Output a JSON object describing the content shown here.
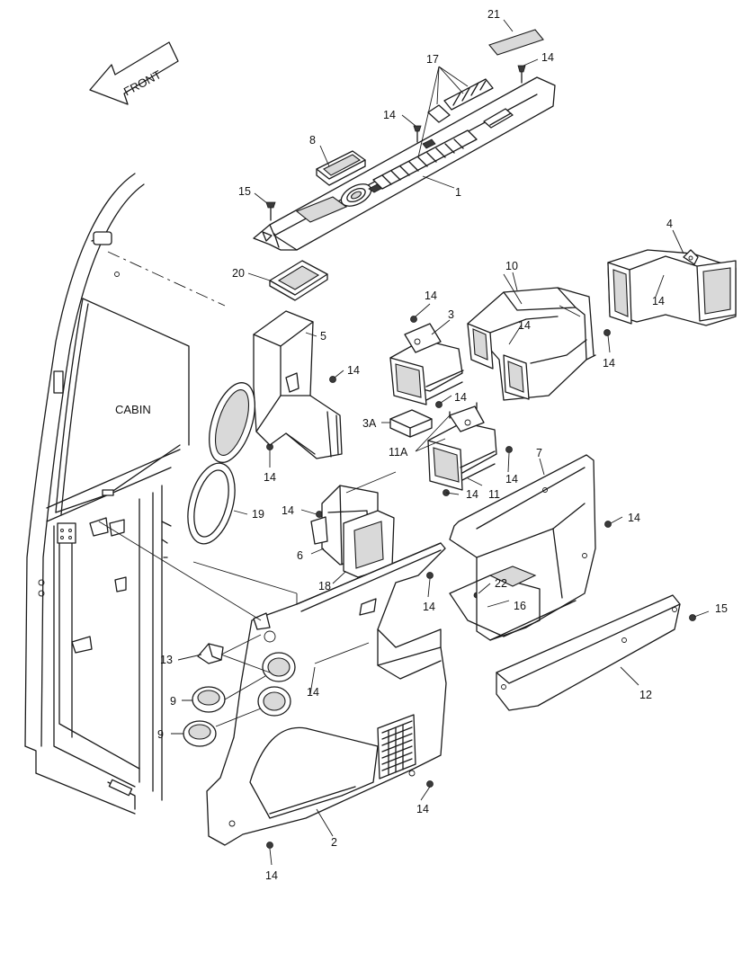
{
  "front_arrow": {
    "label": "FRONT"
  },
  "cabin_label": "CABIN",
  "callouts": {
    "c21": "21",
    "c17": "17",
    "c14": "14",
    "c8": "8",
    "c15": "15",
    "c1": "1",
    "c4": "4",
    "c10": "10",
    "c20": "20",
    "c3": "3",
    "c5": "5",
    "c3a": "3A",
    "c11a": "11A",
    "c11": "11",
    "c7": "7",
    "c6": "6",
    "c18": "18",
    "c19": "19",
    "c22": "22",
    "c16": "16",
    "c13": "13",
    "c9": "9",
    "c12": "12",
    "c2": "2"
  },
  "colors": {
    "line": "#1a1a1a",
    "shade": "#d9d9d9",
    "background": "#ffffff"
  }
}
